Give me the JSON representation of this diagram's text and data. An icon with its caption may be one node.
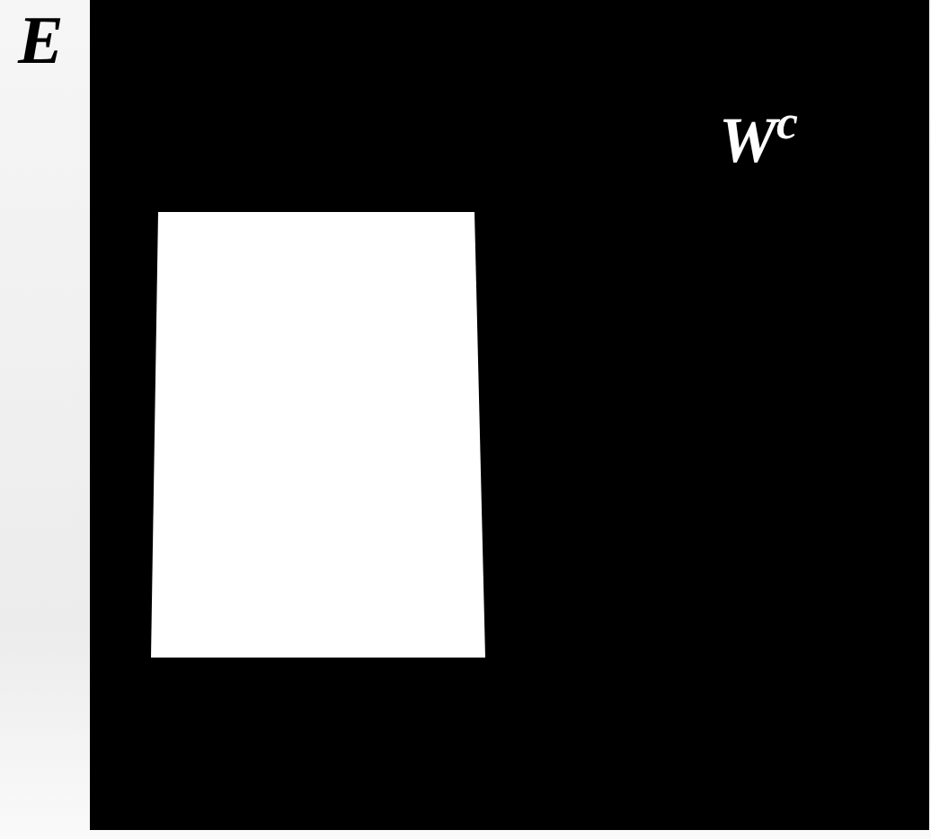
{
  "diagram": {
    "nodes": [
      {
        "text": [
          "W$^{c}$"
        ],
        "beside": [
          "E"
        ]
      },
      {
        "text": [],
        "shape": "box",
        "in": 0
      }
    ]
  }
}
